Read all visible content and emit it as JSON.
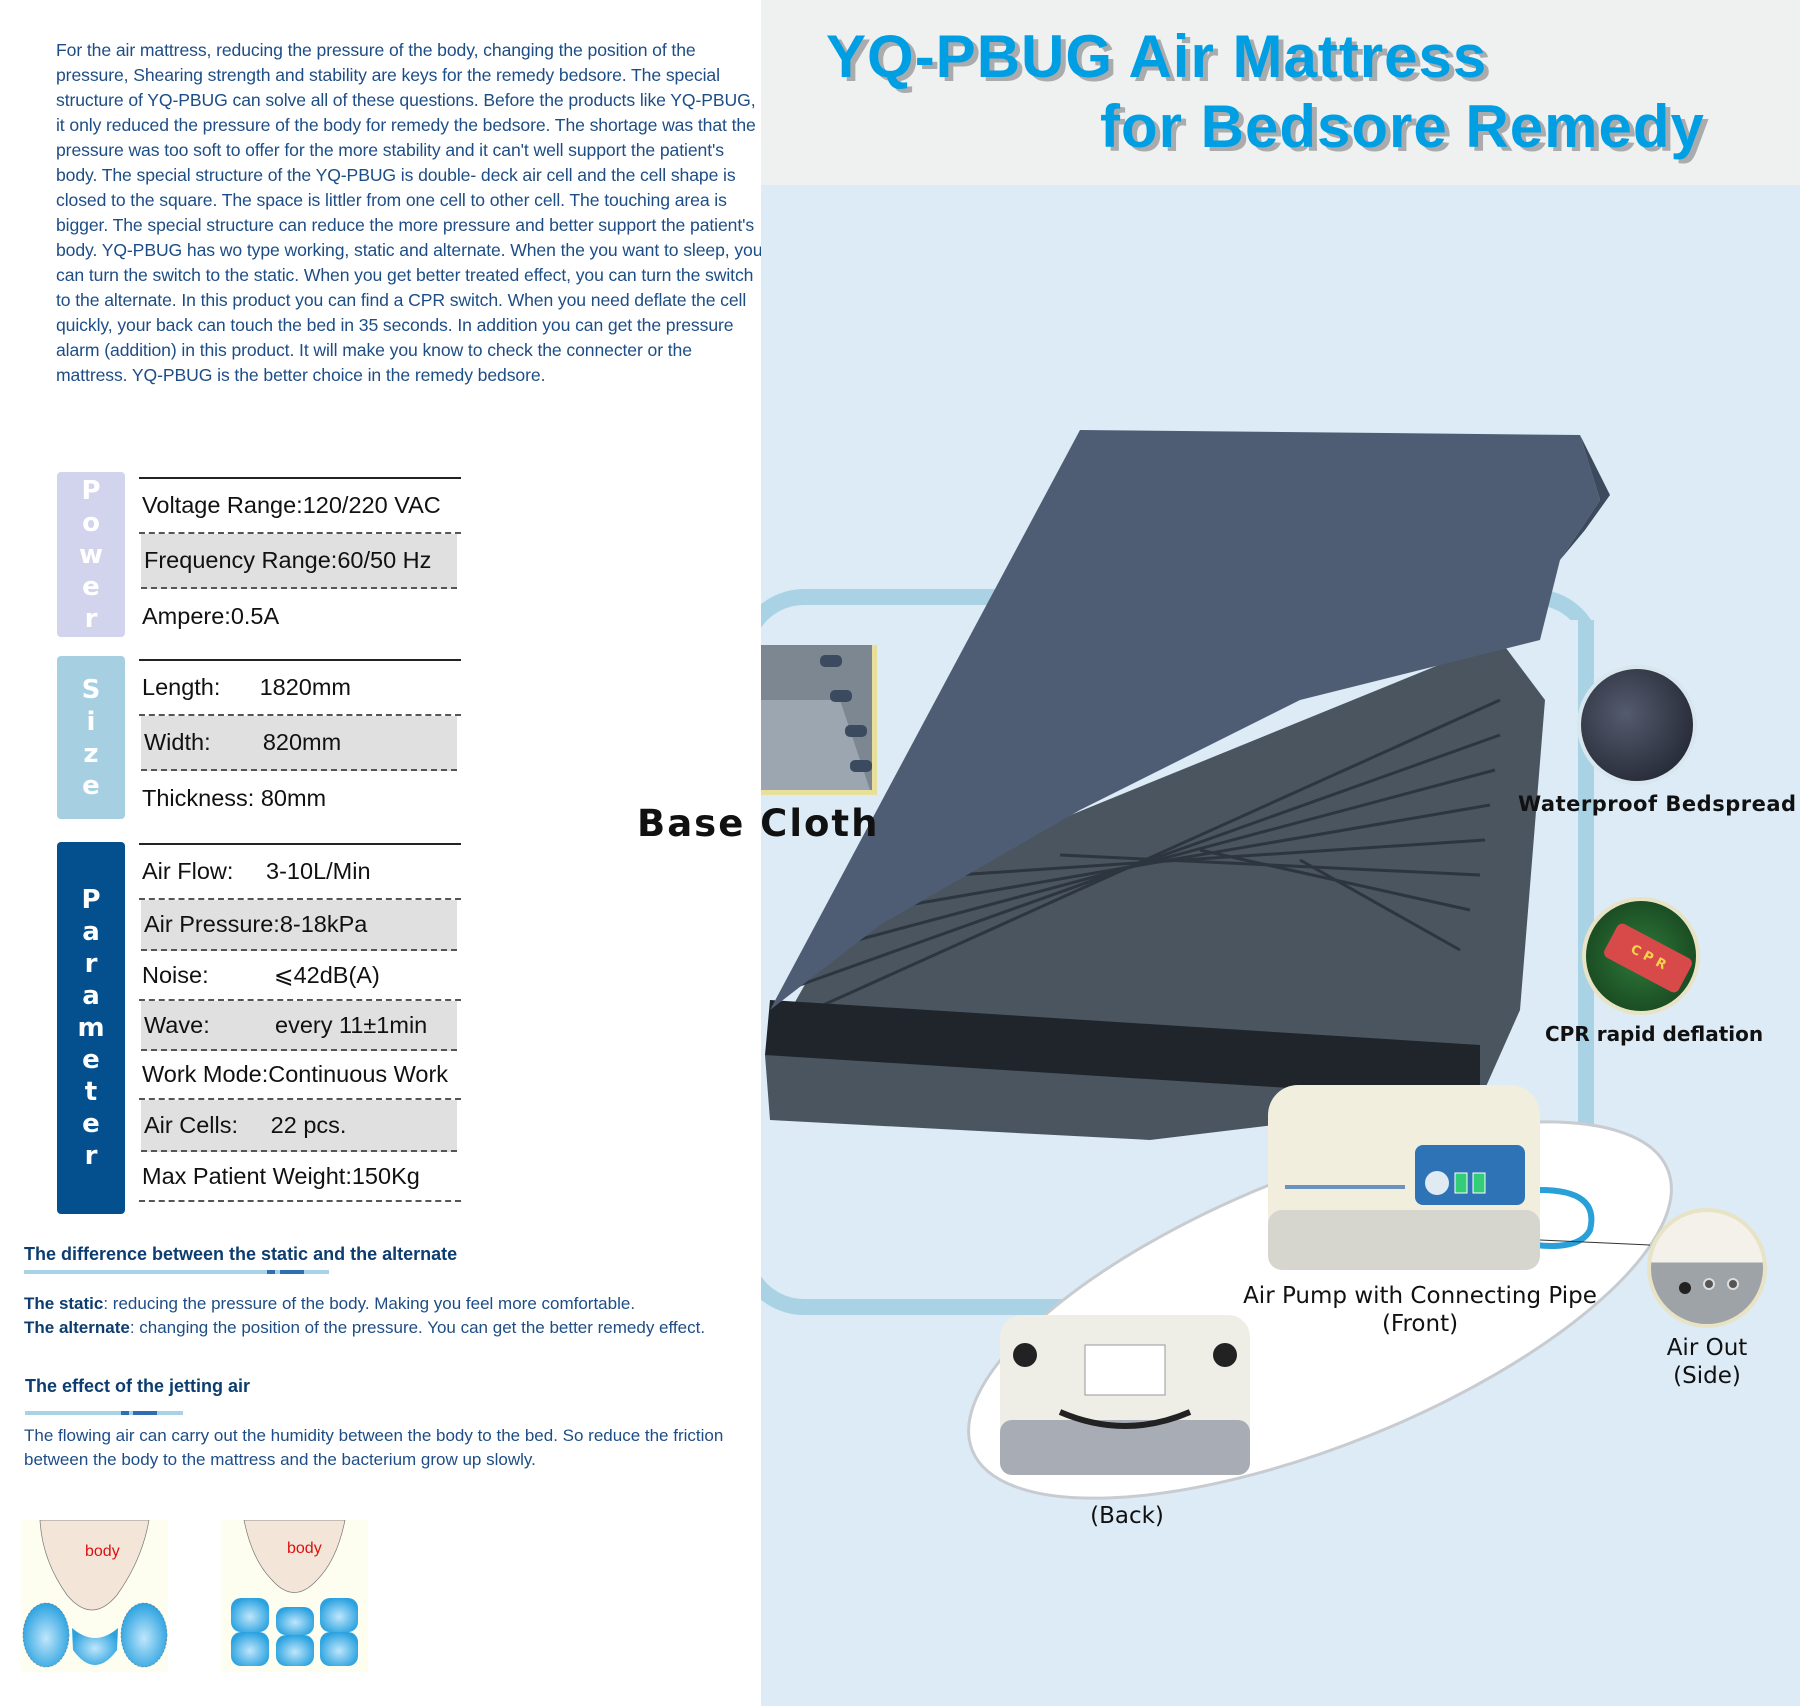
{
  "intro": "For the air mattress, reducing the pressure of the body, changing the position of the pressure, Shearing strength and stability are keys for the remedy bedsore. The special structure of YQ-PBUG can solve all of these questions. Before the products like YQ-PBUG, it only reduced the pressure of the body for remedy the bedsore. The shortage was that the pressure was too soft to offer for the more stability and it can't well support the patient's body. The special structure of the YQ-PBUG is double- deck air cell and the cell shape is closed to the square. The space is littler from one cell to other cell. The touching area is bigger. The special structure can reduce the more pressure and better support the patient's body. YQ-PBUG has wo type working, static and alternate. When the you want to sleep, you can turn the switch to the static. When you get better treated effect, you can turn the switch to the alternate. In this product you can find  a CPR switch. When you need deflate the cell quickly, your back can touch the bed in 35 seconds. In addition you can get the pressure alarm (addition) in this product. It will make you know to check the connecter or the mattress. YQ-PBUG is the better choice in the remedy bedsore.",
  "specs": {
    "power": {
      "label": [
        "P",
        "o",
        "w",
        "e",
        "r"
      ],
      "color": "#d2d3ec",
      "rows": [
        "Voltage Range:120/220 VAC",
        "Frequency Range:60/50 Hz",
        "Ampere:0.5A"
      ]
    },
    "size": {
      "label": [
        "S",
        "i",
        "z",
        "e"
      ],
      "color": "#a6cfe1",
      "rows": [
        "Length:      1820mm",
        "Width:        820mm",
        "Thickness: 80mm"
      ]
    },
    "parameter": {
      "label": [
        "P",
        "a",
        "r",
        "a",
        "m",
        "e",
        "t",
        "e",
        "r"
      ],
      "color": "#04508e",
      "rows": [
        "Air Flow:     3-10L/Min",
        "Air Pressure:8-18kPa",
        "Noise:          ⩽42dB(A)",
        "Wave:          every 11±1min",
        "Work Mode:Continuous Work",
        "Air Cells:     22 pcs.",
        "Max Patient Weight:150Kg"
      ]
    }
  },
  "difference": {
    "heading": "The difference between the static and the alternate",
    "static_label": "The static",
    "static_text": ": reducing the pressure of the body. Making you feel more comfortable.",
    "alternate_label": "The alternate",
    "alternate_text": ": changing the position of the pressure. You can get the better remedy effect."
  },
  "jetting": {
    "heading": "The effect of the jetting air",
    "text": "The flowing air can carry out the humidity between the body to the bed. So reduce the friction between the body to the mattress and the bacterium grow up slowly."
  },
  "diagrams": {
    "left_label": "body",
    "right_label": "body"
  },
  "title": {
    "line1": "YQ-PBUG Air Mattress",
    "line2": "for Bedsore Remedy",
    "color": "#009fe3"
  },
  "labels": {
    "base_cloth": "Base Cloth",
    "waterproof": "Waterproof Bedspread",
    "cpr": "CPR rapid deflation",
    "cpr_tag": "C P R",
    "pump_front_1": "Air Pump with Connecting Pipe",
    "pump_front_2": "(Front)",
    "air_out_1": "Air Out",
    "air_out_2": "(Side)",
    "back": "(Back)"
  }
}
